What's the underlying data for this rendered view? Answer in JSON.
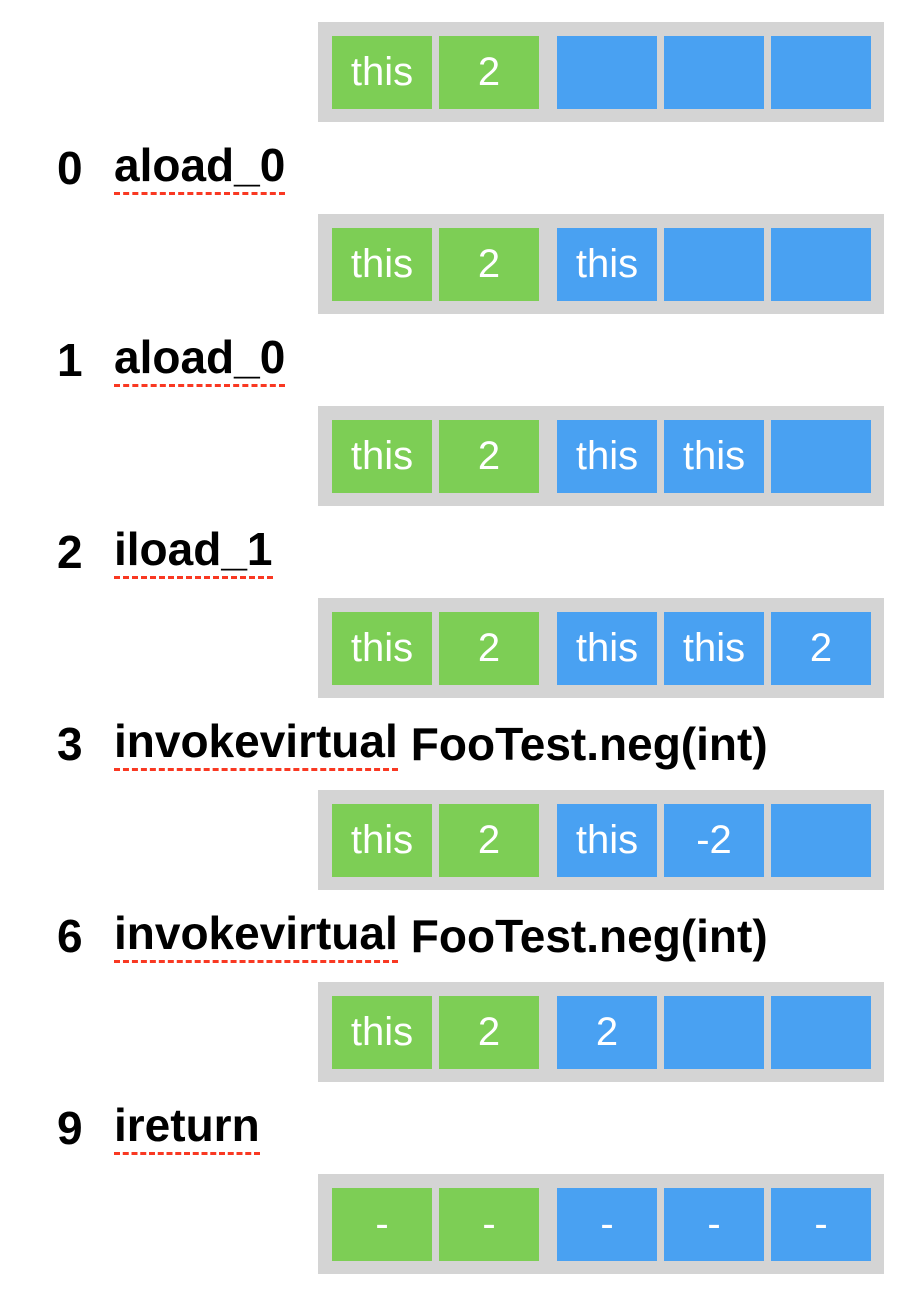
{
  "title": "bytecode-execution-trace",
  "colors": {
    "local_cell": "#7DCE55",
    "stack_cell": "#49A1F2",
    "strip_bg": "#D4D4D4",
    "cell_text": "#FFFFFF",
    "instruction_text": "#000000",
    "underline": "#F93822"
  },
  "trace": [
    {
      "type": "state",
      "locals": [
        "this",
        "2"
      ],
      "stack": [
        "",
        "",
        ""
      ]
    },
    {
      "type": "instruction",
      "offset": "0",
      "mnemonic": "aload_0",
      "operand": ""
    },
    {
      "type": "state",
      "locals": [
        "this",
        "2"
      ],
      "stack": [
        "this",
        "",
        ""
      ]
    },
    {
      "type": "instruction",
      "offset": "1",
      "mnemonic": "aload_0",
      "operand": ""
    },
    {
      "type": "state",
      "locals": [
        "this",
        "2"
      ],
      "stack": [
        "this",
        "this",
        ""
      ]
    },
    {
      "type": "instruction",
      "offset": "2",
      "mnemonic": "iload_1",
      "operand": ""
    },
    {
      "type": "state",
      "locals": [
        "this",
        "2"
      ],
      "stack": [
        "this",
        "this",
        "2"
      ]
    },
    {
      "type": "instruction",
      "offset": "3",
      "mnemonic": "invokevirtual",
      "operand": "FooTest.neg(int)"
    },
    {
      "type": "state",
      "locals": [
        "this",
        "2"
      ],
      "stack": [
        "this",
        "-2",
        ""
      ]
    },
    {
      "type": "instruction",
      "offset": "6",
      "mnemonic": "invokevirtual",
      "operand": "FooTest.neg(int)"
    },
    {
      "type": "state",
      "locals": [
        "this",
        "2"
      ],
      "stack": [
        "2",
        "",
        ""
      ]
    },
    {
      "type": "instruction",
      "offset": "9",
      "mnemonic": "ireturn",
      "operand": ""
    },
    {
      "type": "state",
      "locals": [
        "-",
        "-"
      ],
      "stack": [
        "-",
        "-",
        "-"
      ]
    }
  ]
}
